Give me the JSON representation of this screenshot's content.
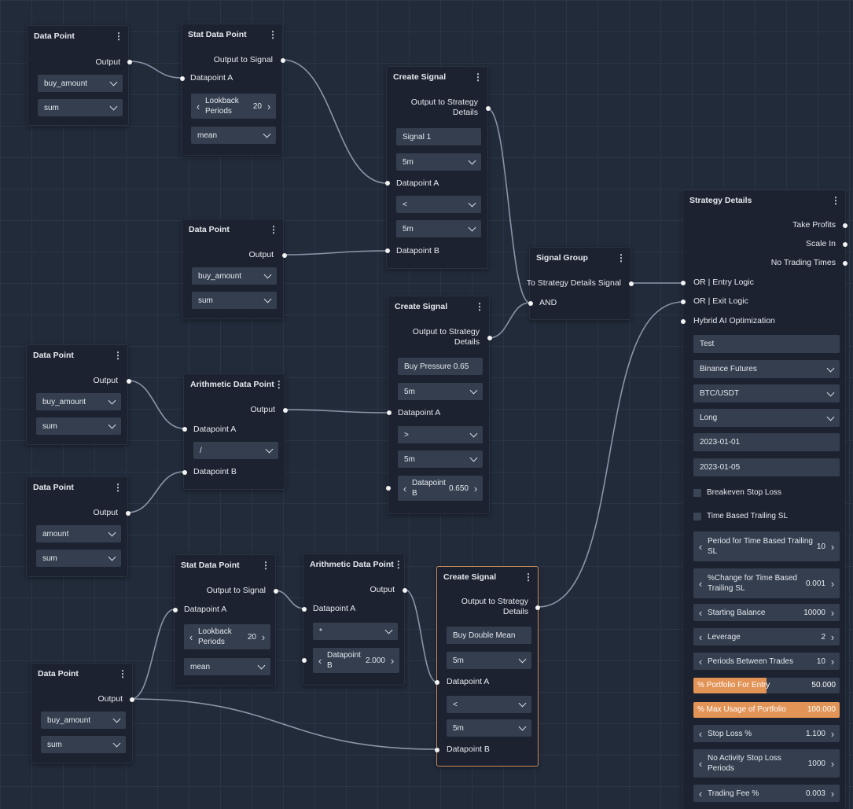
{
  "common": {
    "menu_icon": "⋮",
    "left_arrow": "‹",
    "right_arrow": "›",
    "sum": "sum",
    "mean": "mean",
    "output": "Output",
    "output_to_signal": "Output to Signal",
    "output_to_strategy": "Output to Strategy Details",
    "datapoint_a": "Datapoint A",
    "datapoint_b": "Datapoint B",
    "lookback": "Lookback Periods",
    "tf_5m": "5m",
    "dp_b_short": "Datapoint B"
  },
  "dp1": {
    "title": "Data Point",
    "field": "buy_amount"
  },
  "sdp1": {
    "title": "Stat Data Point",
    "lookback_value": "20"
  },
  "dp2": {
    "title": "Data Point",
    "field": "buy_amount"
  },
  "cs1": {
    "title": "Create Signal",
    "name": "Signal 1",
    "op": "<"
  },
  "dp3": {
    "title": "Data Point",
    "field": "buy_amount"
  },
  "adp1": {
    "title": "Arithmetic Data Point",
    "op": "/"
  },
  "dp4": {
    "title": "Data Point",
    "field": "amount"
  },
  "cs2": {
    "title": "Create Signal",
    "name": "Buy Pressure 0.65",
    "op": ">",
    "b_value": "0.650"
  },
  "sg": {
    "title": "Signal Group",
    "output": "To Strategy Details Signal",
    "logic": "AND"
  },
  "sdp2": {
    "title": "Stat Data Point",
    "lookback_value": "20"
  },
  "adp2": {
    "title": "Arithmetic Data Point",
    "op": "*",
    "b_value": "2.000"
  },
  "cs3": {
    "title": "Create Signal",
    "name": "Buy Double Mean",
    "op": "<"
  },
  "dp5": {
    "title": "Data Point",
    "field": "buy_amount"
  },
  "sd": {
    "title": "Strategy Details",
    "out_take_profits": "Take Profits",
    "out_scale_in": "Scale In",
    "out_no_trading": "No Trading Times",
    "in_entry": "OR | Entry Logic",
    "in_exit": "OR | Exit Logic",
    "in_hybrid": "Hybrid AI Optimization",
    "name": "Test",
    "exchange": "Binance Futures",
    "pair": "BTC/USDT",
    "side": "Long",
    "start_date": "2023-01-01",
    "end_date": "2023-01-05",
    "breakeven_sl": "Breakeven Stop Loss",
    "time_trailing_sl": "Time Based Trailing SL",
    "period_tb_label": "Period for Time Based Trailing SL",
    "period_tb_value": "10",
    "pct_change_label": "%Change for Time Based Trailing SL",
    "pct_change_value": "0.001",
    "starting_balance_label": "Starting Balance",
    "starting_balance_value": "10000",
    "leverage_label": "Leverage",
    "leverage_value": "2",
    "periods_between_label": "Periods Between Trades",
    "periods_between_value": "10",
    "portfolio_entry_label": "% Portfolio For Entry",
    "portfolio_entry_value": "50.000",
    "portfolio_entry_fraction": 0.5,
    "max_usage_label": "% Max Usage of Portfolio",
    "max_usage_value": "100.000",
    "max_usage_fraction": 1.0,
    "stop_loss_label": "Stop Loss %",
    "stop_loss_value": "1.100",
    "no_activity_label": "No Activity Stop Loss Periods",
    "no_activity_value": "1000",
    "trading_fee_label": "Trading Fee %",
    "trading_fee_value": "0.003"
  },
  "colors": {
    "accent_orange": "#e29356",
    "selected_border": "#c98a5c",
    "wire": "#8b95a8"
  }
}
